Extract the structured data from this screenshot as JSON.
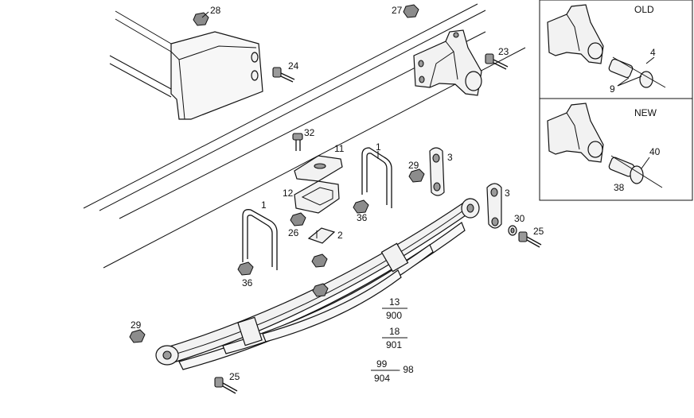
{
  "callouts": {
    "c28": "28",
    "c27": "27",
    "c24": "24",
    "c23": "23",
    "c32": "32",
    "c11": "11",
    "c1a": "1",
    "c1b": "1",
    "c29a": "29",
    "c29b": "29",
    "c3a": "3",
    "c3b": "3",
    "c12": "12",
    "c36a": "36",
    "c36b": "36",
    "c26": "26",
    "c2": "2",
    "c30": "30",
    "c25a": "25",
    "c25b": "25"
  },
  "inset": {
    "old_label": "OLD",
    "new_label": "NEW",
    "c4": "4",
    "c9": "9",
    "c40": "40",
    "c38": "38"
  },
  "fractions": {
    "f1_num": "13",
    "f1_den": "900",
    "f2_num": "18",
    "f2_den": "901",
    "f3_num": "99",
    "f3_den": "904",
    "f3_suffix": "- 98"
  }
}
